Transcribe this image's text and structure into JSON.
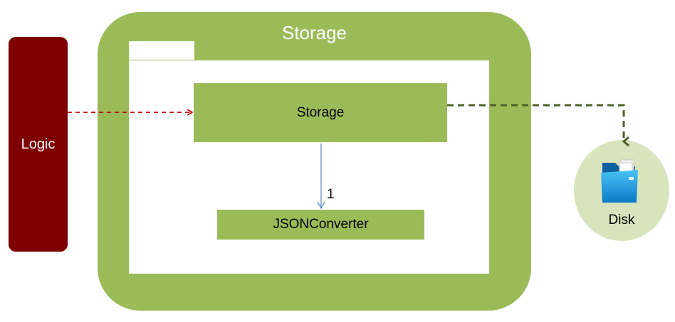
{
  "logic": {
    "label": "Logic",
    "color": "#7f0000"
  },
  "storage_component": {
    "title": "Storage",
    "color": "#9bbb59"
  },
  "classes": {
    "storage": {
      "label": "Storage"
    },
    "json_converter": {
      "label": "JSONConverter"
    }
  },
  "association": {
    "multiplicity": "1"
  },
  "disk": {
    "label": "Disk",
    "icon": "folder-icon",
    "color": "#d7e4bd"
  },
  "colors": {
    "logic_arrow": "#c00000",
    "disk_arrow": "#4f6228",
    "association": "#4f81bd"
  }
}
